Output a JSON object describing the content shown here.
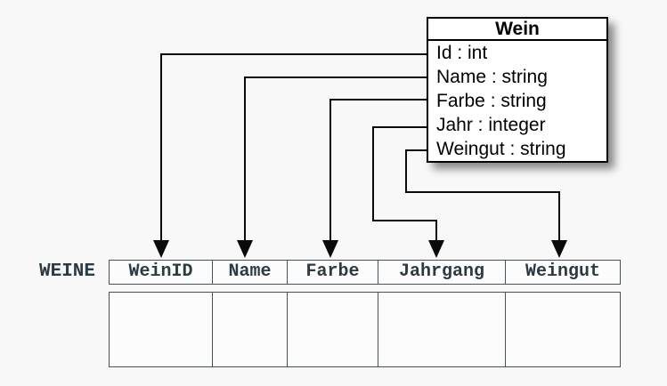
{
  "diagram": {
    "class_box": {
      "title": "Wein",
      "attributes": [
        "Id : int",
        "Name : string",
        "Farbe : string",
        "Jahr : integer",
        "Weingut : string"
      ]
    },
    "table": {
      "label": "WEINE",
      "columns": [
        "WeinID",
        "Name",
        "Farbe",
        "Jahrgang",
        "Weingut"
      ],
      "rows": [
        [
          "",
          "",
          "",
          "",
          ""
        ]
      ]
    },
    "mappings": [
      {
        "from": "Id",
        "to": "WeinID"
      },
      {
        "from": "Name",
        "to": "Name"
      },
      {
        "from": "Farbe",
        "to": "Farbe"
      },
      {
        "from": "Jahr",
        "to": "Jahrgang"
      },
      {
        "from": "Weingut",
        "to": "Weingut"
      }
    ],
    "colors": {
      "background": "#f8f8f8",
      "class_box_bg": "#ffffff",
      "class_box_border": "#000000",
      "arrow": "#0a0a0a",
      "table_border": "#46525a",
      "table_text": "#2c3a42",
      "table_bg": "#fcfcfd"
    }
  }
}
